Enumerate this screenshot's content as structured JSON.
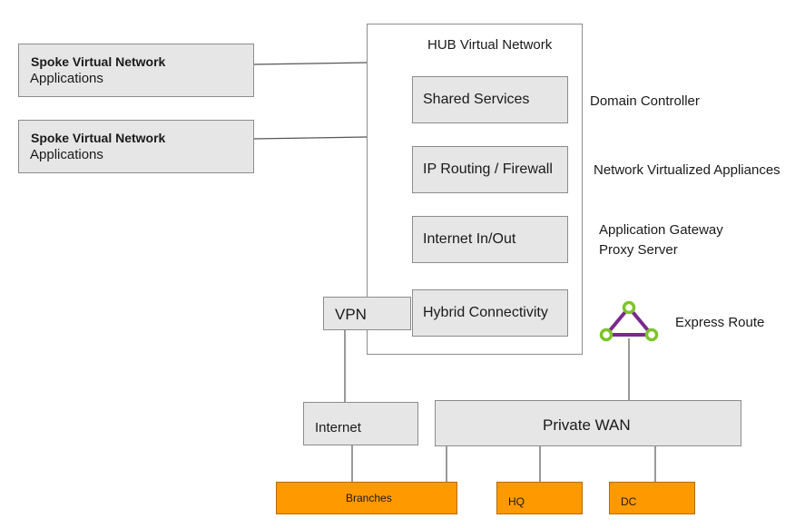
{
  "spokes": [
    {
      "title": "Spoke Virtual Network",
      "subtitle": "Applications"
    },
    {
      "title": "Spoke Virtual Network",
      "subtitle": "Applications"
    }
  ],
  "hub": {
    "title": "HUB Virtual Network",
    "services": [
      {
        "label": "Shared Services",
        "annotation": [
          "Domain Controller"
        ]
      },
      {
        "label": "IP Routing / Firewall",
        "annotation": [
          "Network Virtualized Appliances"
        ]
      },
      {
        "label": "Internet In/Out",
        "annotation": [
          "Application Gateway",
          "Proxy Server"
        ]
      },
      {
        "label": "Hybrid Connectivity",
        "annotation": []
      }
    ]
  },
  "vpn": "VPN",
  "express_route": {
    "label": "Express Route",
    "icon": "express-route-icon",
    "color": "#7a2a8c",
    "node_color": "#7dc42a"
  },
  "internet": "Internet",
  "private_wan": "Private WAN",
  "sites": [
    "Branches",
    "HQ",
    "DC"
  ],
  "colors": {
    "box_fill": "#e6e6e6",
    "site_fill": "#ff9900",
    "line": "#555555"
  }
}
